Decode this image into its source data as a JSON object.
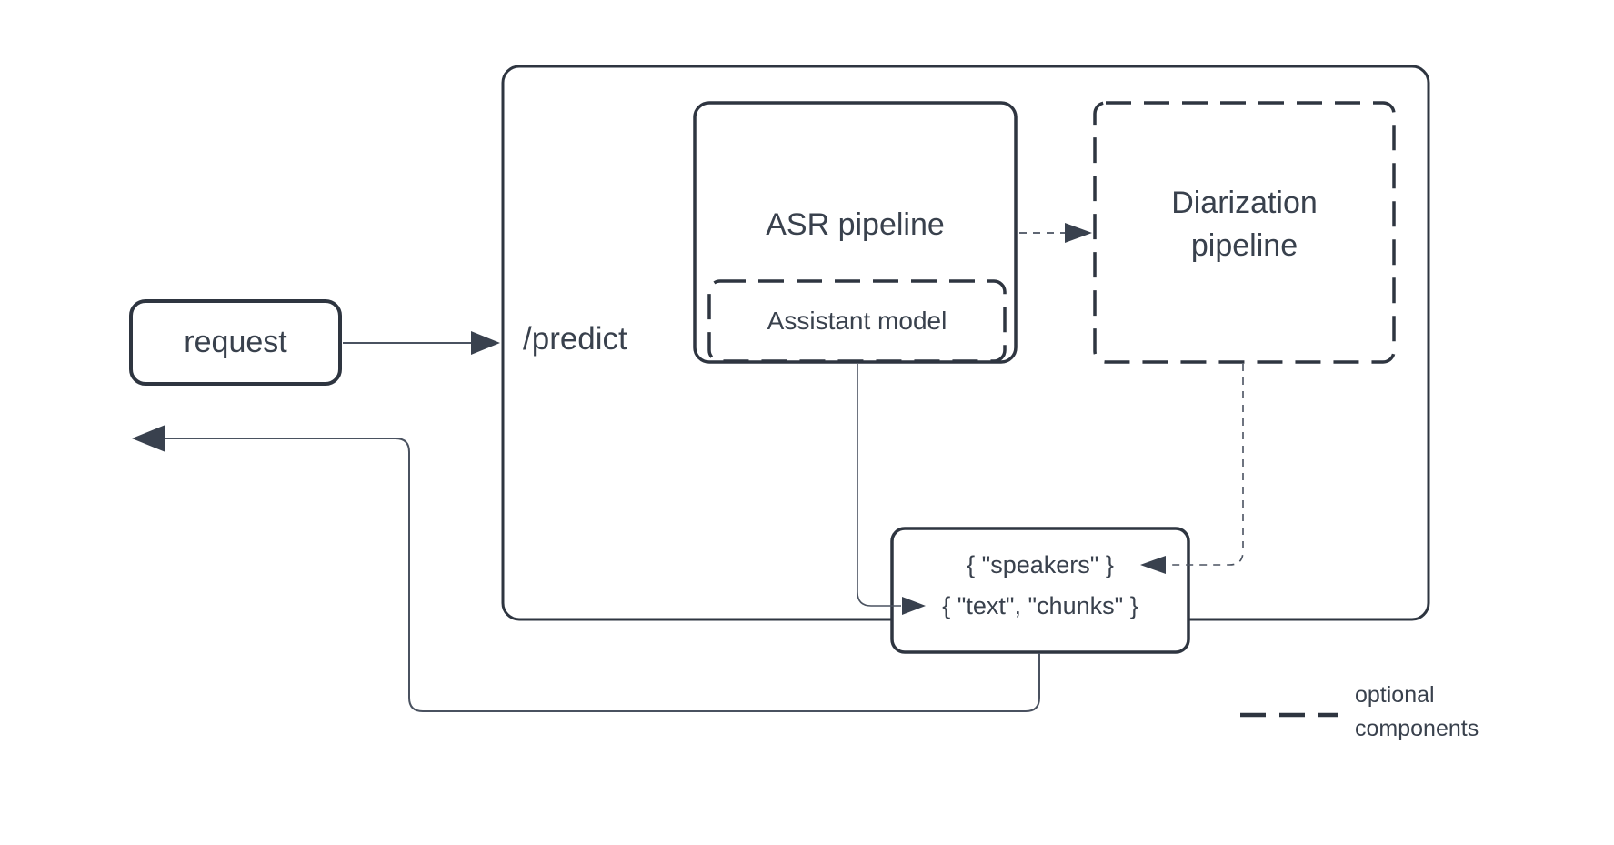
{
  "diagram_type": "flowchart",
  "nodes": {
    "request": {
      "label": "request",
      "shape": "rounded-rect",
      "border": "solid"
    },
    "predict": {
      "label": "/predict",
      "shape": "rounded-rect",
      "border": "solid",
      "role": "container"
    },
    "asr": {
      "label": "ASR pipeline",
      "shape": "rounded-rect",
      "border": "solid"
    },
    "assistant": {
      "label": "Assistant model",
      "shape": "rounded-rect",
      "border": "dashed",
      "optional": true
    },
    "diarization": {
      "lines": [
        "Diarization",
        "pipeline"
      ],
      "shape": "rounded-rect",
      "border": "dashed",
      "optional": true
    },
    "result": {
      "lines": [
        "{ \"speakers\" }",
        "{ \"text\", \"chunks\" }"
      ],
      "shape": "rounded-rect",
      "border": "solid"
    }
  },
  "edges": [
    {
      "from": "request",
      "to": "predict",
      "style": "solid",
      "arrow": "right"
    },
    {
      "from": "asr",
      "to": "diarization",
      "style": "dashed",
      "arrow": "right"
    },
    {
      "from": "assistant",
      "to": "result.text-chunks",
      "style": "solid",
      "arrow": "right"
    },
    {
      "from": "diarization",
      "to": "result.speakers",
      "style": "dashed",
      "arrow": "left"
    },
    {
      "from": "result",
      "to": "caller-return",
      "style": "solid",
      "arrow": "left"
    }
  ],
  "legend": {
    "lines": [
      "optional",
      "components"
    ],
    "symbol": "dashed-line"
  },
  "colors": {
    "background": "#ffffff",
    "box_stroke": "#2e3540",
    "text": "#39414d",
    "connector": "#4a5260",
    "arrowhead": "#39414e"
  }
}
